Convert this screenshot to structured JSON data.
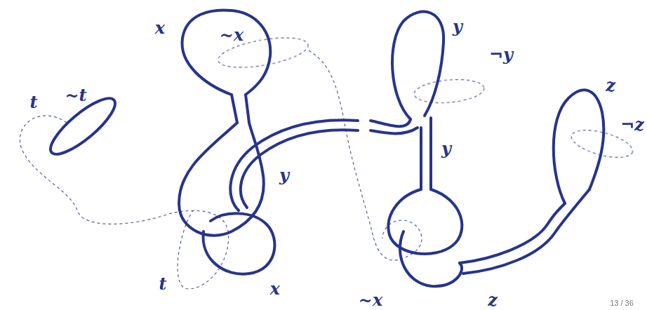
{
  "diagram": {
    "labels": [
      "x",
      "~x",
      "y",
      "¬y",
      "z",
      "¬z",
      "t",
      "~t",
      "y",
      "y",
      "t",
      "x",
      "~x",
      "z",
      "13 / 36"
    ]
  }
}
